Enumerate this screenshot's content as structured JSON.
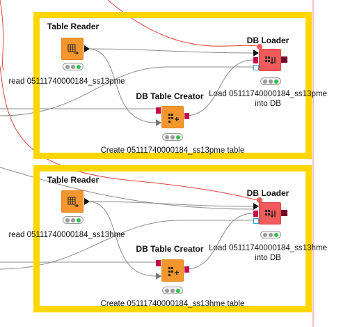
{
  "workflow": {
    "groups": [
      {
        "reader": {
          "title": "Table Reader",
          "label": "read 05111740000184_ss13pme"
        },
        "creator": {
          "title": "DB Table Creator",
          "label": "Create 05111740000184_ss13pme table"
        },
        "loader": {
          "title": "DB Loader",
          "label_line1": "Load 05111740000184_ss13pme",
          "label_line2": "into DB"
        }
      },
      {
        "reader": {
          "title": "Table Reader",
          "label": "read 05111740000184_ss13hme"
        },
        "creator": {
          "title": "DB Table Creator",
          "label": "Create 05111740000184_ss13hme table"
        },
        "loader": {
          "title": "DB Loader",
          "label_line1": "Load 05111740000184_ss13hme",
          "label_line2": "into DB"
        }
      }
    ],
    "node_status": "executed",
    "colors": {
      "annotation_border": "#ffd600",
      "reader_node": "#f3962e",
      "creator_node": "#f3962e",
      "loader_node": "#f25b5b",
      "db_port": "#c4094a",
      "flow_variable_line": "#e0413a",
      "data_connection": "#8c8c8c",
      "status_ok": "#2fc24a"
    }
  }
}
